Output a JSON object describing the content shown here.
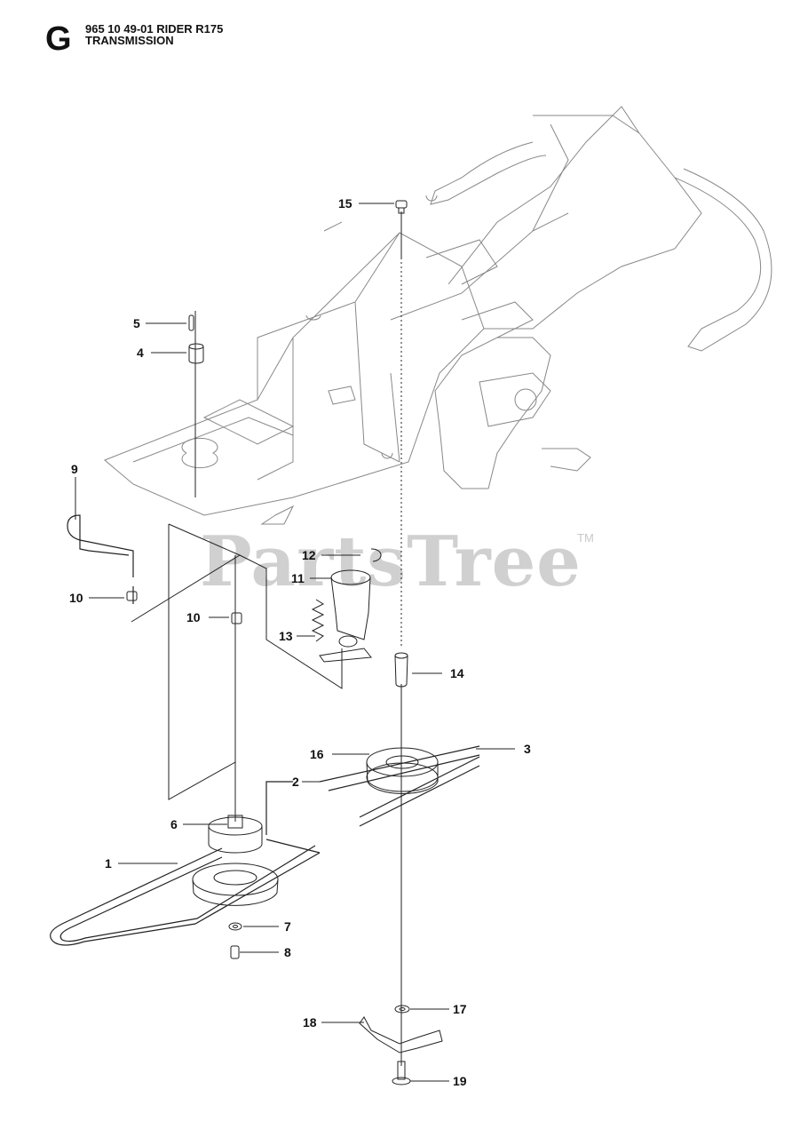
{
  "header": {
    "section_letter": "G",
    "model_line": "965 10 49-01 RIDER R175",
    "section_title": "TRANSMISSION"
  },
  "watermark": {
    "text": "PartsTree",
    "tm": "TM"
  },
  "callouts": [
    {
      "id": "15",
      "label": "15"
    },
    {
      "id": "5",
      "label": "5"
    },
    {
      "id": "4",
      "label": "4"
    },
    {
      "id": "9",
      "label": "9"
    },
    {
      "id": "10a",
      "label": "10"
    },
    {
      "id": "10b",
      "label": "10"
    },
    {
      "id": "12",
      "label": "12"
    },
    {
      "id": "11",
      "label": "11"
    },
    {
      "id": "13",
      "label": "13"
    },
    {
      "id": "14",
      "label": "14"
    },
    {
      "id": "16",
      "label": "16"
    },
    {
      "id": "3",
      "label": "3"
    },
    {
      "id": "2",
      "label": "2"
    },
    {
      "id": "6",
      "label": "6"
    },
    {
      "id": "1",
      "label": "1"
    },
    {
      "id": "7",
      "label": "7"
    },
    {
      "id": "8",
      "label": "8"
    },
    {
      "id": "17",
      "label": "17"
    },
    {
      "id": "18",
      "label": "18"
    },
    {
      "id": "19",
      "label": "19"
    }
  ]
}
